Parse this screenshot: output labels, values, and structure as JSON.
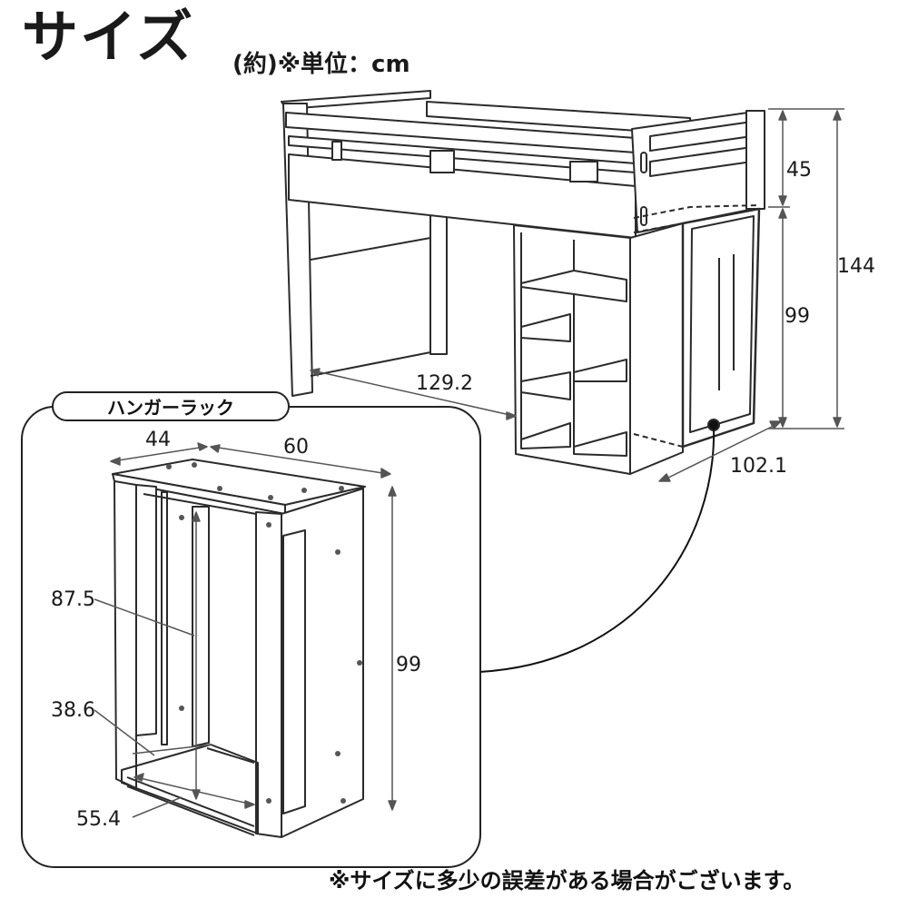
{
  "heading": {
    "title": "サイズ",
    "unit": "(約)※単位：cm"
  },
  "bed_dimensions": {
    "guard_height": "45",
    "total_height": "144",
    "under_height": "99",
    "inner_width": "129.2",
    "depth": "102.1"
  },
  "hanger_rack": {
    "label": "ハンガーラック",
    "depth": "44",
    "width": "60",
    "height": "99",
    "inner_height": "87.5",
    "inner_depth": "38.6",
    "inner_width": "55.4"
  },
  "footnote": "※サイズに多少の誤差がある場合がございます。",
  "colors": {
    "line": "#2b2b2b",
    "dim_line": "#555555",
    "panel": "#ffffff"
  }
}
